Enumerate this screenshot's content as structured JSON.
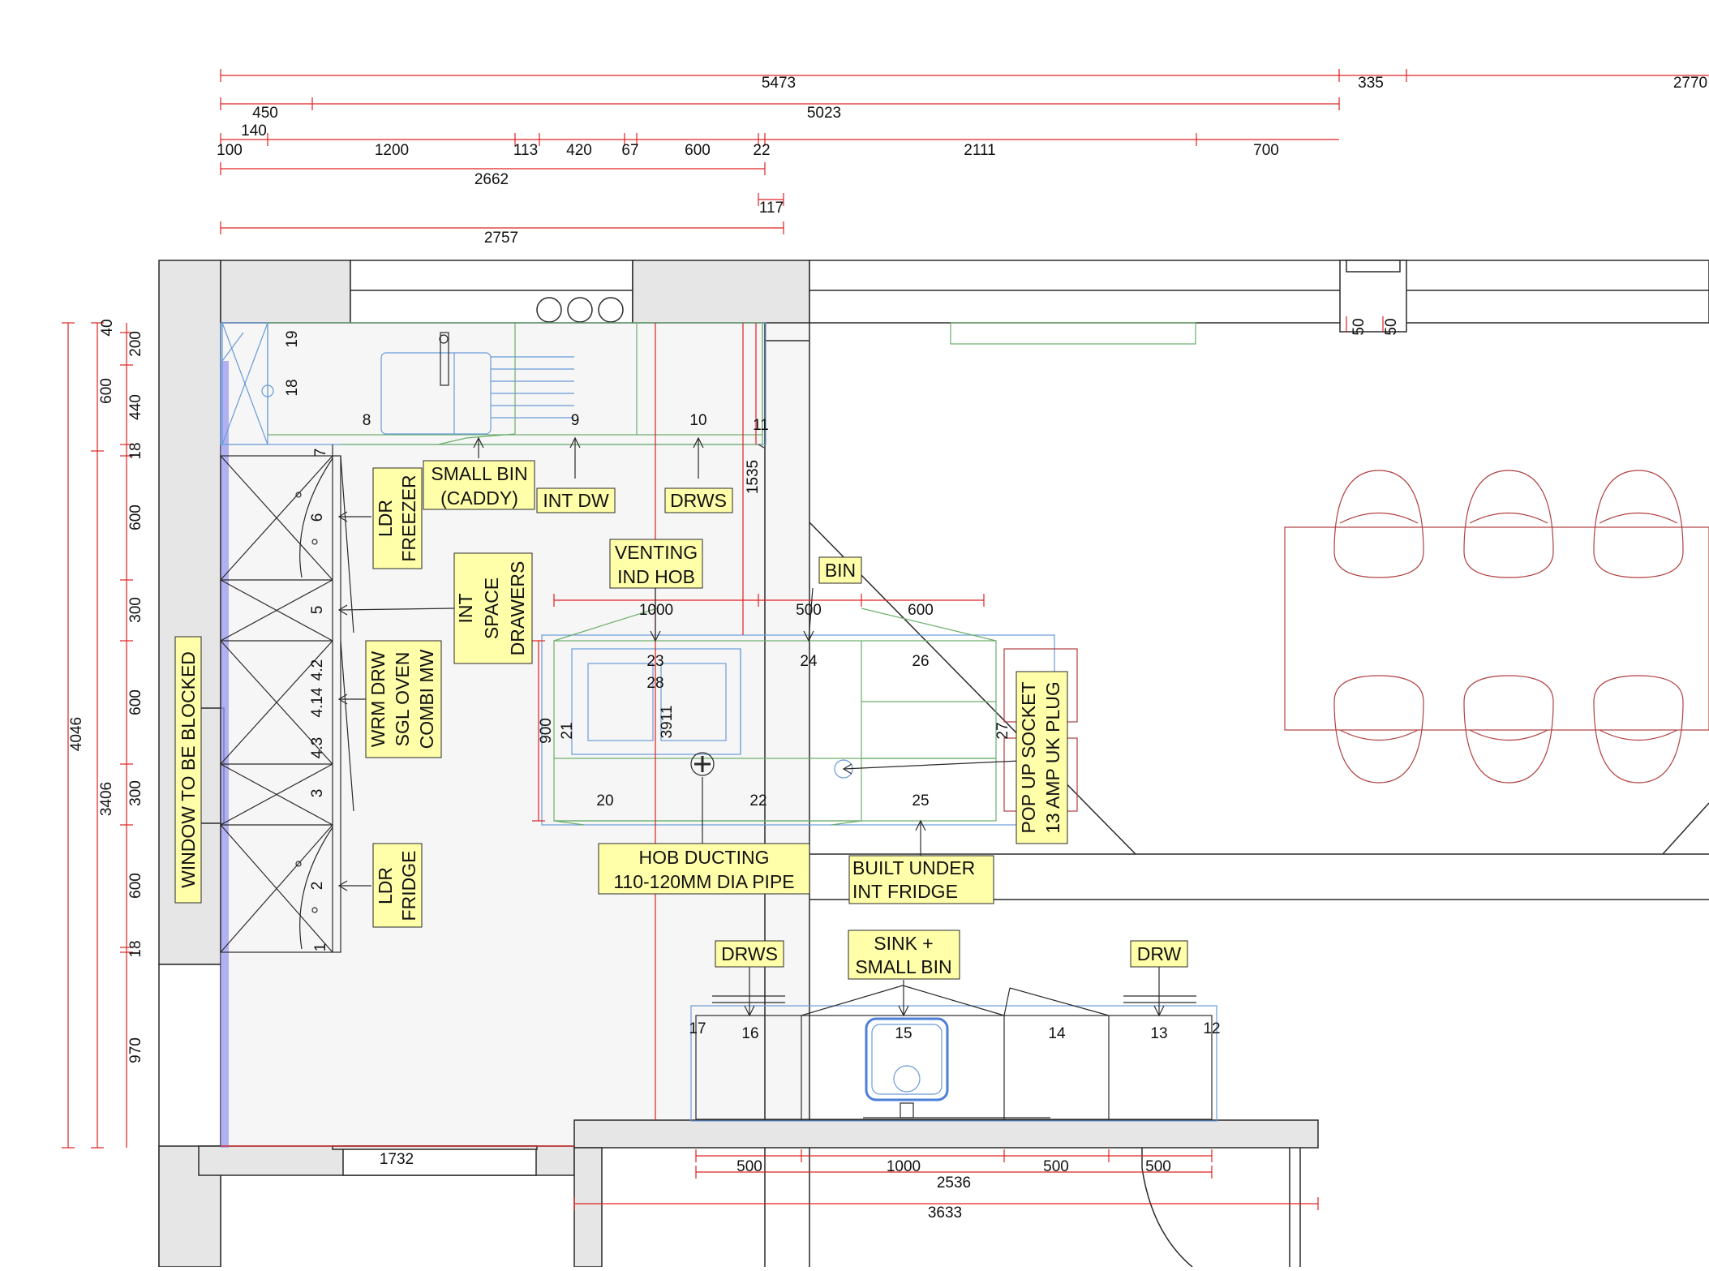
{
  "colors": {
    "background": "#ffffff",
    "wall": "#e6e6e6",
    "floor": "#f6f6f6",
    "dimension_line": "#e02020",
    "label_fill": "#ffffaa",
    "unit_outline": "#2a2a2a",
    "worktop_outline": "#6a9bd8",
    "appliance_outline": "#6cae6c",
    "furniture_outline": "#b04040",
    "window_highlight": "#9a9af0"
  },
  "top_dimensions": {
    "row1": [
      "5473",
      "335",
      "2770"
    ],
    "row2": [
      "450",
      "5023"
    ],
    "row3a": [
      "140"
    ],
    "row3": [
      "100",
      "1200",
      "113",
      "420",
      "67",
      "600",
      "22",
      "2111",
      "700"
    ],
    "row4": [
      "2662"
    ],
    "row5": [
      "117"
    ],
    "row6": [
      "2757"
    ]
  },
  "left_dimensions": {
    "overall": "4046",
    "sub": [
      "600",
      "3406"
    ],
    "segments": [
      "40",
      "200",
      "440",
      "18",
      "600",
      "300",
      "600",
      "300",
      "600",
      "18",
      "970"
    ]
  },
  "bottom_dimensions": {
    "opening": "1732",
    "run": [
      "500",
      "1000",
      "500",
      "500"
    ],
    "total_units": "2536",
    "total": "3633"
  },
  "island_dimensions": {
    "widths": [
      "1000",
      "500",
      "600"
    ],
    "depth": "900",
    "vertical_1535": "1535",
    "vertical_3911": "3911"
  },
  "wall_marks": [
    "50",
    "50"
  ],
  "unit_numbers": {
    "corner": [
      "19",
      "18"
    ],
    "back_run": [
      "8",
      "9",
      "10",
      "11"
    ],
    "tall_run": [
      "7",
      "6",
      "5",
      "4.2",
      "4.14",
      "4.3",
      "3",
      "2",
      "1"
    ],
    "island": [
      "23",
      "28",
      "24",
      "26",
      "21",
      "27",
      "20",
      "22",
      "25"
    ],
    "front_run": [
      "17",
      "16",
      "15",
      "14",
      "13",
      "12"
    ]
  },
  "labels": {
    "small_bin": [
      "SMALL BIN",
      "(CADDY)"
    ],
    "int_dw": "INT DW",
    "drws_top": "DRWS",
    "ldr_freezer": [
      "LDR",
      "FREEZER"
    ],
    "venting_hob": [
      "VENTING",
      "IND HOB"
    ],
    "bin": "BIN",
    "int_space_drawers": [
      "INT",
      "SPACE",
      "DRAWERS"
    ],
    "oven_stack": [
      "WRM DRW",
      "SGL OVEN",
      "COMBI MW"
    ],
    "pop_up_socket": [
      "POP UP SOCKET",
      "13 AMP UK PLUG"
    ],
    "window": "WINDOW TO BE BLOCKED",
    "hob_ducting": [
      "HOB DUCTING",
      "110-120MM DIA PIPE"
    ],
    "built_under_fridge": [
      "BUILT UNDER",
      "INT FRIDGE"
    ],
    "ldr_fridge": [
      "LDR",
      "FRIDGE"
    ],
    "drws_bottom": "DRWS",
    "sink_bin": [
      "SINK +",
      "SMALL BIN"
    ],
    "drw": "DRW"
  }
}
